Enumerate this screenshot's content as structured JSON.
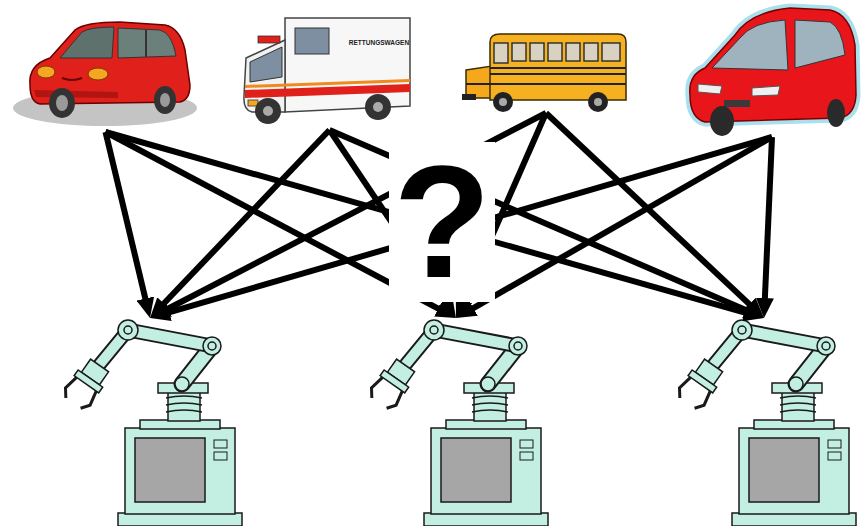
{
  "diagram": {
    "nodes": [
      {
        "text": []
      },
      {
        "text": [
          "RETTUNGSWAGEN"
        ]
      },
      {
        "text": []
      },
      {
        "text": []
      },
      {
        "text": []
      },
      {
        "text": []
      },
      {
        "text": []
      }
    ],
    "edges": [
      {
        "from": 0,
        "to": 4,
        "arrow": "to"
      },
      {
        "from": 0,
        "to": 5,
        "arrow": "to"
      },
      {
        "from": 0,
        "to": 6,
        "arrow": "to"
      },
      {
        "from": 1,
        "to": 4,
        "arrow": "to"
      },
      {
        "from": 1,
        "to": 5,
        "arrow": "to"
      },
      {
        "from": 1,
        "to": 6,
        "arrow": "to"
      },
      {
        "from": 2,
        "to": 4,
        "arrow": "to"
      },
      {
        "from": 2,
        "to": 5,
        "arrow": "to"
      },
      {
        "from": 2,
        "to": 6,
        "arrow": "to"
      },
      {
        "from": 3,
        "to": 4,
        "arrow": "to"
      },
      {
        "from": 3,
        "to": 5,
        "arrow": "to"
      },
      {
        "from": 3,
        "to": 6,
        "arrow": "to"
      }
    ],
    "labels": [
      "?"
    ]
  }
}
